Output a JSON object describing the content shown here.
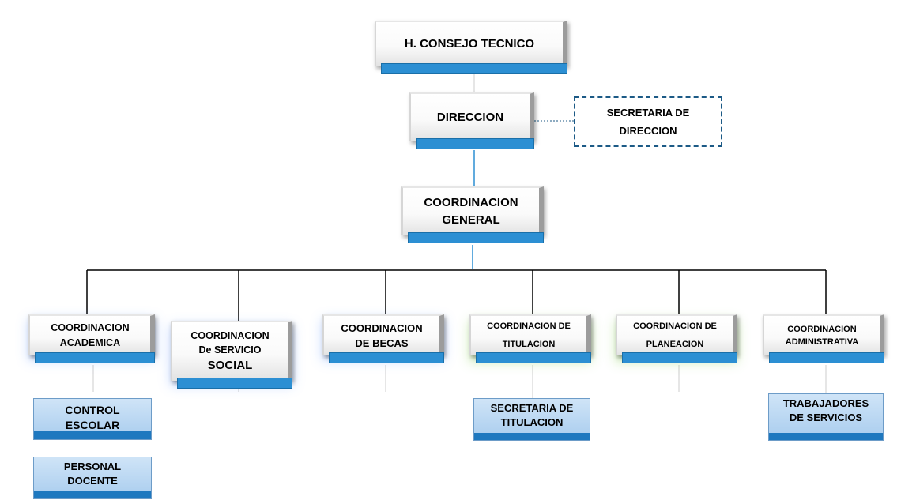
{
  "nodes": {
    "consejo": "H. CONSEJO TECNICO",
    "direccion": "DIRECCION",
    "secretaria_direccion": [
      "SECRETARIA DE",
      "DIRECCION"
    ],
    "coord_general": [
      "COORDINACION",
      "GENERAL"
    ],
    "coord_academica": [
      "COORDINACION",
      "ACADEMICA"
    ],
    "coord_servicio_social": [
      "COORDINACION",
      "De SERVICIO",
      "SOCIAL"
    ],
    "coord_becas": [
      "COORDINACION",
      "DE BECAS"
    ],
    "coord_titulacion": [
      "COORDINACION DE",
      "TITULACION"
    ],
    "coord_planeacion": [
      "COORDINACION DE",
      "PLANEACION"
    ],
    "coord_administrativa": [
      "COORDINACION",
      "ADMINISTRATIVA"
    ],
    "control_escolar": [
      "CONTROL",
      "ESCOLAR"
    ],
    "personal_docente": [
      "PERSONAL",
      "DOCENTE"
    ],
    "secretaria_titulacion": [
      "SECRETARIA DE",
      "TITULACION"
    ],
    "trabajadores_servicios": [
      "TRABAJADORES",
      "DE SERVICIOS"
    ]
  }
}
